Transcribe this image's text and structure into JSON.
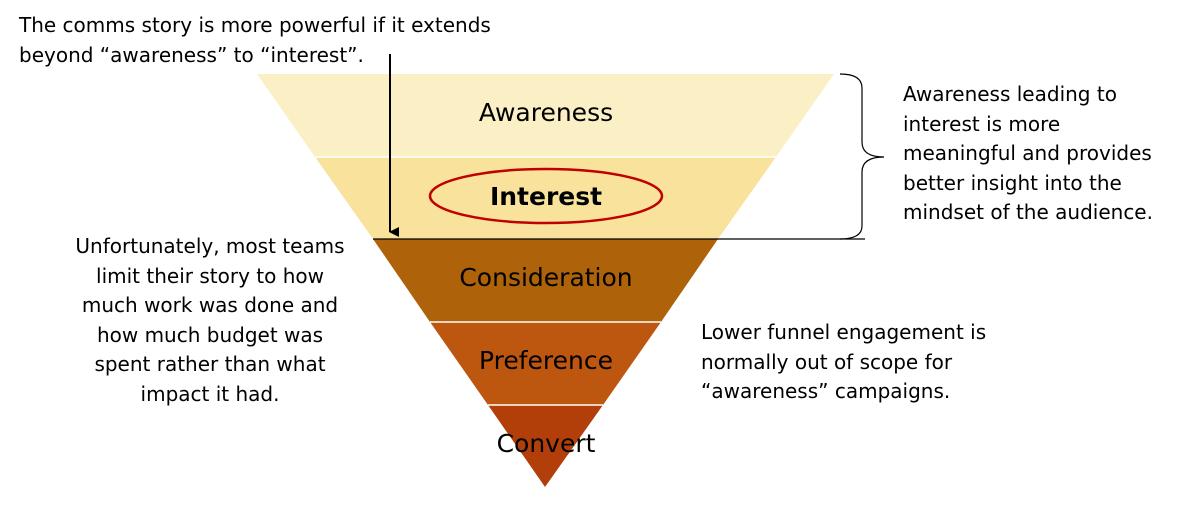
{
  "funnel": {
    "stages": [
      {
        "label": "Awareness",
        "color": "#FBEFC6",
        "highlighted": false
      },
      {
        "label": "Interest",
        "color": "#F9E39C",
        "highlighted": true
      },
      {
        "label": "Consideration",
        "color": "#AE6209",
        "highlighted": false
      },
      {
        "label": "Preference",
        "color": "#BD560F",
        "highlighted": false
      },
      {
        "label": "Convert",
        "color": "#B23E0A",
        "highlighted": false
      }
    ],
    "highlight_ellipse_color": "#C00000"
  },
  "notes": {
    "top": [
      "The comms story is more powerful if it extends",
      "beyond “awareness” to “interest”."
    ],
    "left": [
      "Unfortunately, most teams",
      "limit their story to how",
      "much work was done and",
      "how much budget was",
      "spent rather than what",
      "impact it had."
    ],
    "right": [
      "Awareness leading to",
      "interest is more",
      "meaningful and provides",
      "better insight into the",
      "mindset of the audience."
    ],
    "bottom": [
      "Lower funnel engagement is",
      "normally out of scope for",
      "“awareness” campaigns."
    ]
  }
}
